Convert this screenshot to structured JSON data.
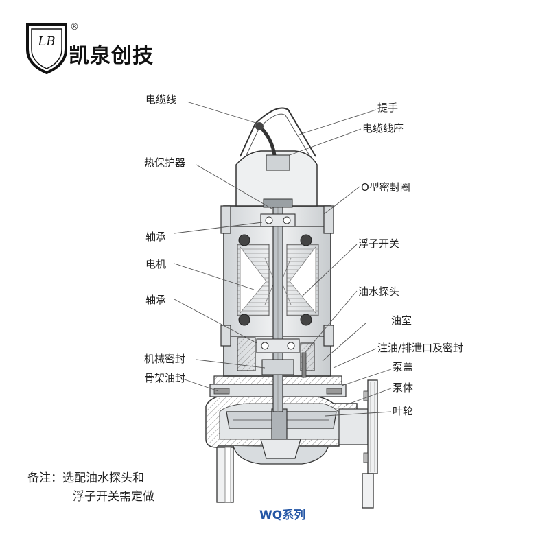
{
  "brand": {
    "mark": "LB",
    "registered": "®",
    "name": "凯泉创技"
  },
  "labels": {
    "cable": "电缆线",
    "handle": "提手",
    "cable_seat": "电缆线座",
    "thermal_protector": "热保护器",
    "o_ring": "O型密封圈",
    "bearing_top": "轴承",
    "float_switch": "浮子开关",
    "motor": "电机",
    "oil_water_probe": "油水探头",
    "bearing_bottom": "轴承",
    "oil_chamber": "油室",
    "oil_fill_drain": "注油/排泄口及密封",
    "mech_seal": "机械密封",
    "pump_cover": "泵盖",
    "skeleton_seal": "骨架油封",
    "pump_body": "泵体",
    "impeller": "叶轮"
  },
  "note": {
    "line1": "备注：选配油水探头和",
    "line2": "浮子开关需定做"
  },
  "series_title": "WQ系列"
}
